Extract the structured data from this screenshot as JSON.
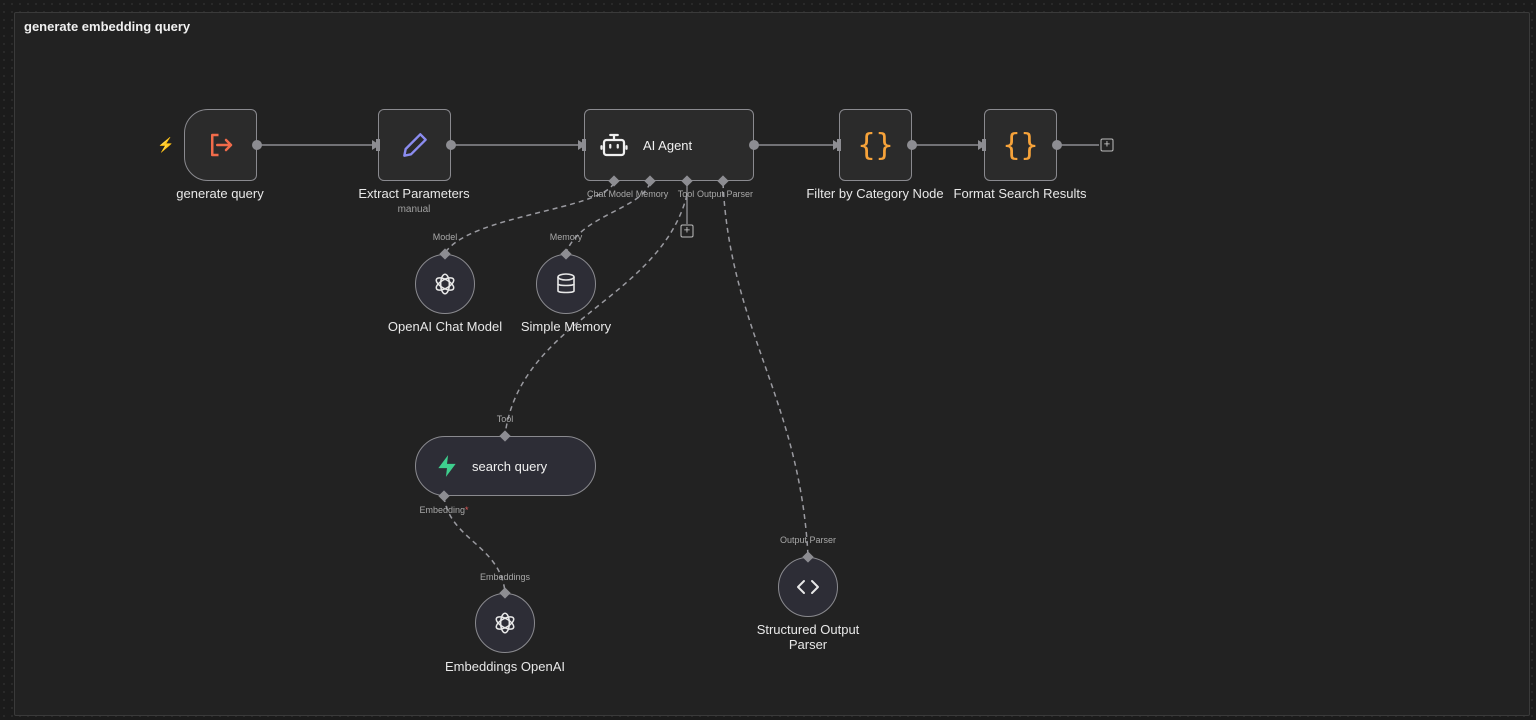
{
  "workflow": {
    "title": "generate embedding query"
  },
  "nodes": {
    "generate_query": {
      "label": "generate query",
      "icon": "sign-out-icon"
    },
    "extract_parameters": {
      "label": "Extract Parameters",
      "sublabel": "manual",
      "icon": "pencil-icon"
    },
    "ai_agent": {
      "label": "AI Agent",
      "icon": "robot-icon"
    },
    "filter_category": {
      "label": "Filter by Category Node",
      "icon": "braces-icon"
    },
    "format_search": {
      "label": "Format Search Results",
      "icon": "braces-icon"
    },
    "openai_chat": {
      "label": "OpenAI Chat Model",
      "icon": "openai-icon"
    },
    "simple_memory": {
      "label": "Simple Memory",
      "icon": "database-icon"
    },
    "search_query": {
      "label": "search query",
      "icon": "supabase-bolt-icon"
    },
    "embeddings_openai": {
      "label": "Embeddings OpenAI",
      "icon": "openai-icon"
    },
    "structured_parser": {
      "label_line1": "Structured Output",
      "label_line2": "Parser",
      "icon": "code-icon"
    }
  },
  "ports": {
    "agent_chat_model": "Chat Model",
    "agent_memory": "Memory",
    "agent_tool": "Tool",
    "agent_output_parser": "Output Parser",
    "chat_model_model": "Model",
    "memory_memory": "Memory",
    "search_tool": "Tool",
    "search_embedding": "Embedding",
    "search_embedding_required": "*",
    "embeddings_embeddings": "Embeddings",
    "parser_output_parser": "Output Parser"
  },
  "colors": {
    "trigger_accent": "#f06b4a",
    "pencil": "#8b8cf0",
    "braces": "#f7a33a",
    "supabase": "#3ecf8e"
  }
}
